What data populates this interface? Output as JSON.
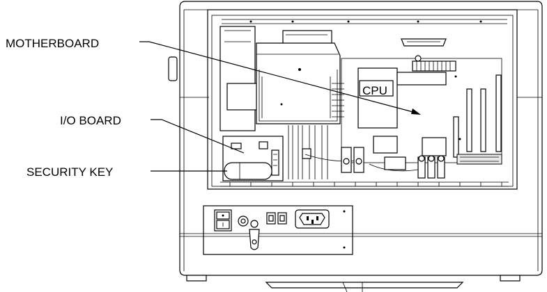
{
  "callouts": {
    "motherboard": "MOTHERBOARD",
    "io_board": "I/O BOARD",
    "security_key": "SECURITY KEY"
  },
  "components": {
    "cpu_label": "CPU"
  }
}
